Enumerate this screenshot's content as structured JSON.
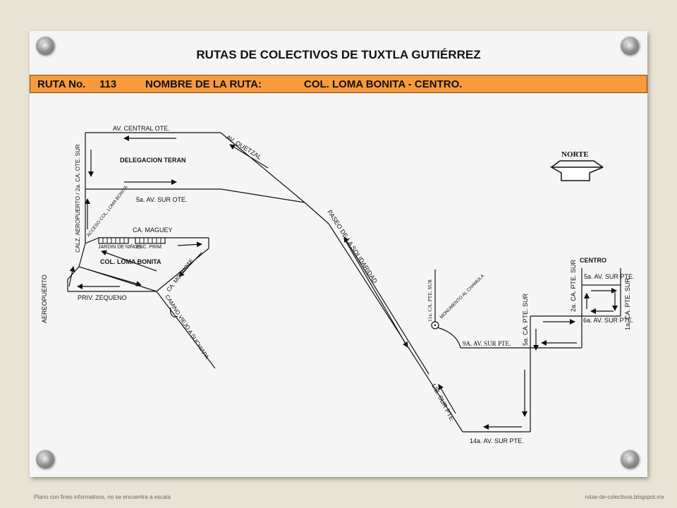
{
  "title": "RUTAS DE COLECTIVOS DE TUXTLA GUTIÉRREZ",
  "route": {
    "number_label": "RUTA No.",
    "number": "113",
    "name_label": "NOMBRE DE LA RUTA:",
    "name": "COL. LOMA BONITA - CENTRO."
  },
  "compass": {
    "label": "NORTE"
  },
  "streets": {
    "av_central_ote": "AV. CENTRAL  OTE.",
    "av_quetzal": "AV. QUETZAL",
    "delegacion": "DELEGACION TERAN",
    "calz_aeropuerto": "CALZ. AEROPUERTO  / 2a. CA. OTE. SUR",
    "quinta_av_sur_ote": "5a. AV. SUR OTE.",
    "paseo_solidaridad": "PASEO  DE LA SOLIDARIDAD",
    "acceso": "ACCESO COL. LOMA BONITA",
    "ca_maguey": "CA. MAGUEY",
    "jardin": "JARDIN DE NIÑOS",
    "esc_prim": "ESC. PRIM.",
    "col_loma_bonita": "COL. LOMA BONITA",
    "ca_mozmote": "CA. MOZMOTE",
    "aeropuerto": "AEREOPUERTO",
    "priv_zequeno": "PRIV.  ZEQUENO",
    "camino_viejo": "CAMINO VIEJO A SUCHIAPA",
    "once_ca_pte_sur": "11a. CA. PTE. SUR",
    "monumento": "MONUMENTO AL CHAMULA",
    "nueve_av_sur_pte": "9A. AV. SUR PTE.",
    "lib_sur_pte": "LIB. SUR PTE",
    "catorce_av_sur_pte": "14a. AV. SUR PTE.",
    "quinta_ca_pte_sur": "5a. CA. PTE. SUR",
    "segunda_ca_pte_sur": "2a. CA. PTE. SUR",
    "centro": "CENTRO",
    "quinta_av_sur_pte": "5a. AV. SUR  PTE.",
    "sexta_av_sur_pte": "6a. AV. SUR PTE.",
    "primera_ca_pte_sur": "1a. CA. PTE. SUR"
  },
  "footer": {
    "left": "Plano con fines informativos, no se encuentra a escala",
    "right": "rutas-de-colectivos.blogspot.mx"
  },
  "colors": {
    "route_bar": "#f79a3c",
    "background": "#e9e3d3",
    "board": "#f5f5f5",
    "lines": "#111111"
  }
}
